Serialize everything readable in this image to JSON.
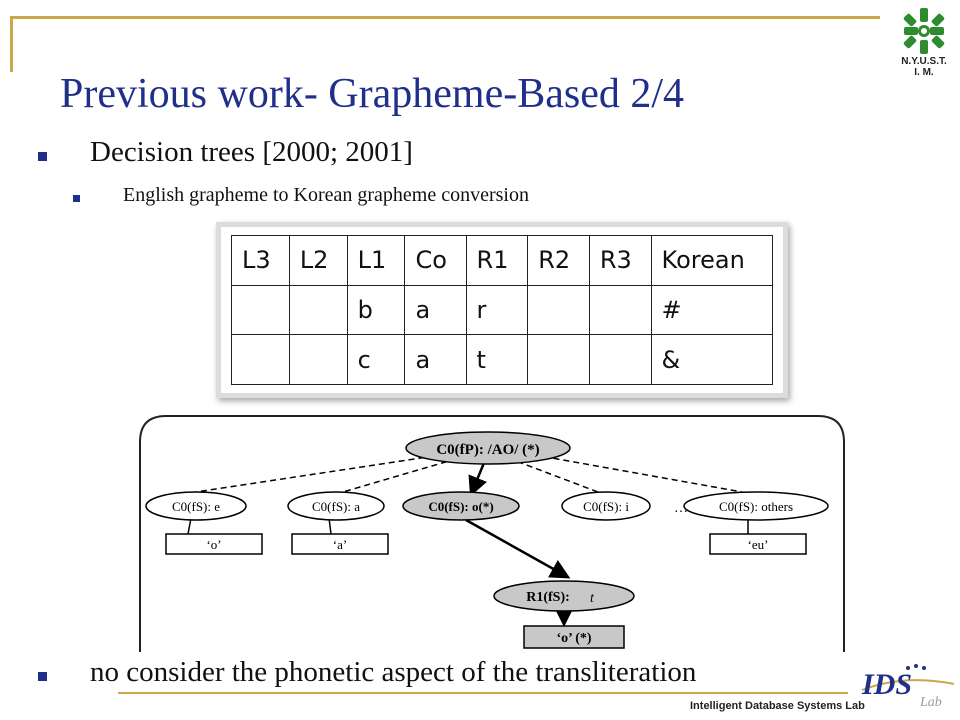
{
  "slide": {
    "title": "Previous work- Grapheme-Based 2/4",
    "bullet1": "Decision trees [2000; 2001]",
    "subbullet1": "English grapheme to Korean grapheme conversion",
    "bullet2": "no consider the phonetic aspect of the transliteration"
  },
  "logo": {
    "line1": "N.Y.U.S.T.",
    "line2": "I. M.",
    "ids": "IDS",
    "lab_script": "Lab",
    "lab_name": "Intelligent Database Systems Lab",
    "colors": {
      "green": "#2e8b2e",
      "navy": "#1f2f8a",
      "gold": "#c9a84a"
    }
  },
  "table": {
    "headers": [
      "L3",
      "L2",
      "L1",
      "Co",
      "R1",
      "R2",
      "R3",
      "Korean"
    ],
    "rows": [
      [
        "",
        "",
        "b",
        "a",
        "r",
        "",
        "",
        "#"
      ],
      [
        "",
        "",
        "c",
        "a",
        "t",
        "",
        "",
        "&"
      ]
    ]
  },
  "tree": {
    "root": "C0(fP): /AO/ (*)",
    "children": [
      "C0(fS): e",
      "C0(fS): a",
      "C0(fS): o(*)",
      "C0(fS): i",
      "C0(fS): others"
    ],
    "leaves": [
      "‘o’",
      "‘a’",
      "‘eu’"
    ],
    "ellipsis": "……",
    "r1_node": "R1(fS):",
    "r1_value": "t",
    "final_leaf": "‘o’ (*)"
  }
}
